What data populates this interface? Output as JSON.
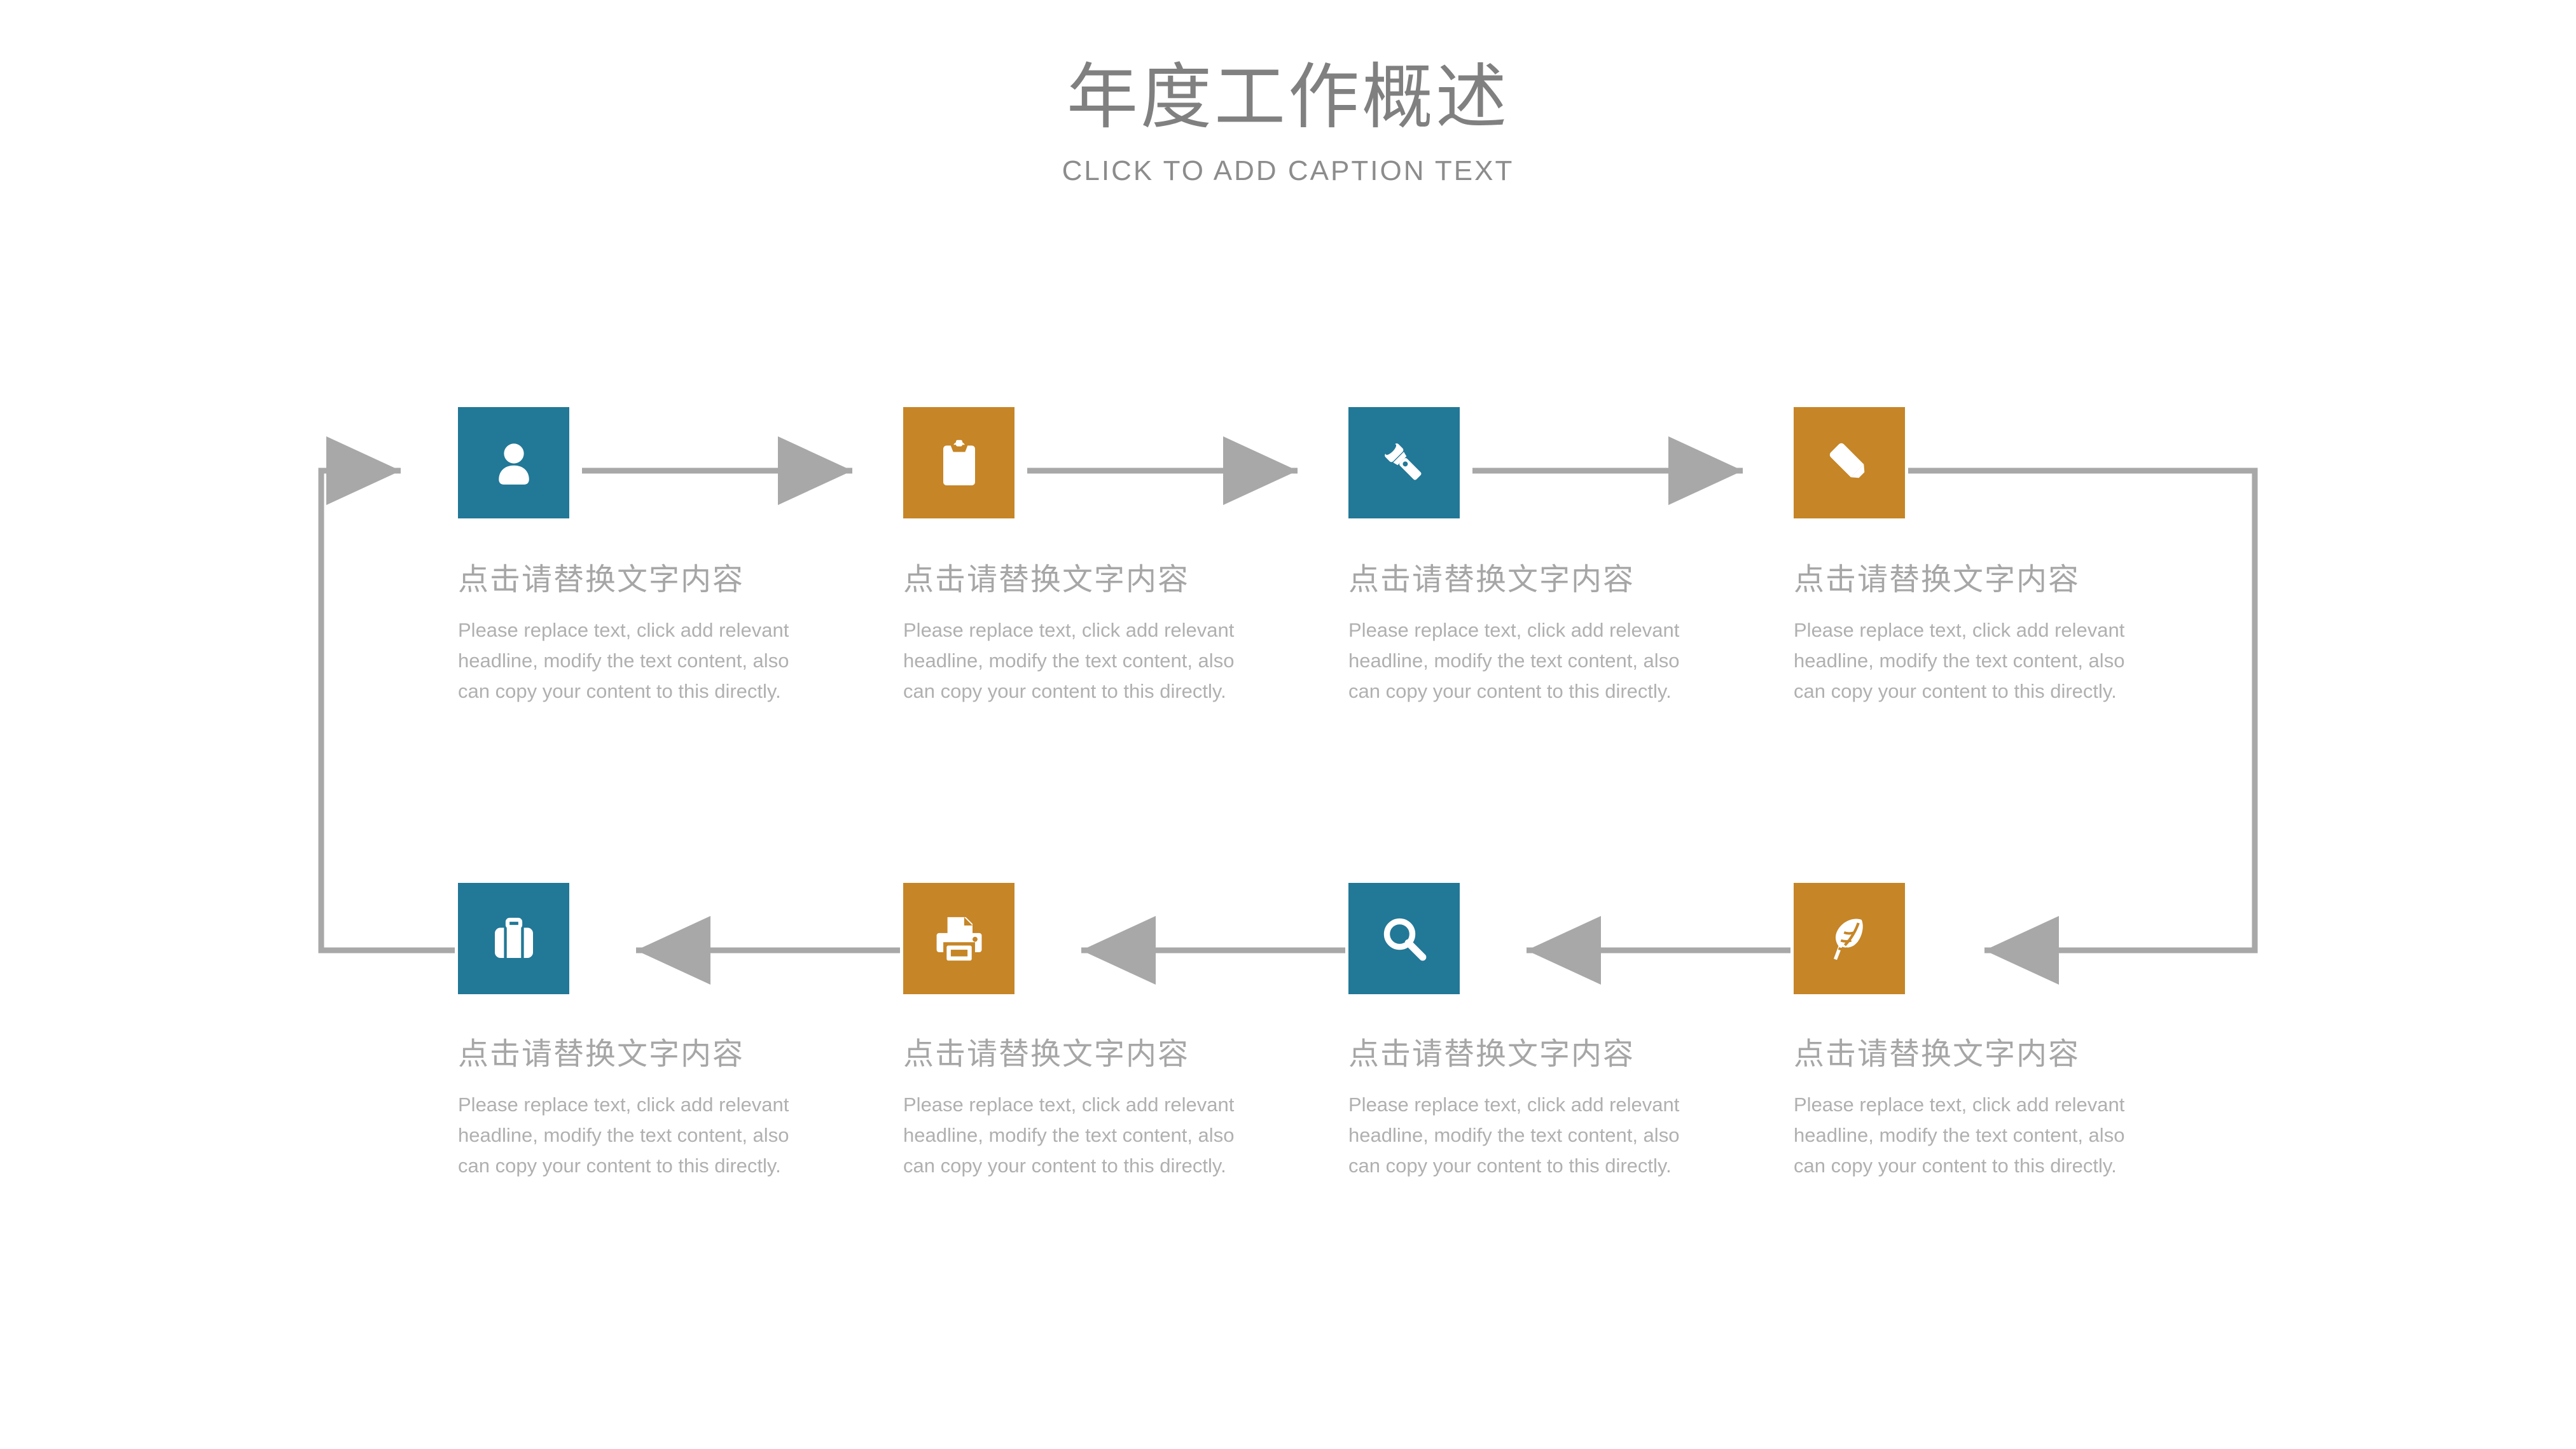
{
  "header": {
    "title": "年度工作概述",
    "subtitle": "CLICK TO ADD CAPTION TEXT"
  },
  "colors": {
    "blue": "#227897",
    "orange": "#c68526",
    "connector": "#a8a8a8",
    "title_gray": "#808080",
    "subtitle_gray": "#8c8c8c",
    "heading_gray": "#a6a6a6",
    "body_gray": "#b0b0b0",
    "tile_glyph": "#ffffff",
    "background": "#ffffff"
  },
  "flow": {
    "steps": [
      {
        "index": 1,
        "icon": "user-icon",
        "tile_color": "#227897",
        "title": "点击请替换文字内容",
        "body": "Please replace text, click add relevant headline, modify the text content, also can copy your content to this directly."
      },
      {
        "index": 2,
        "icon": "clipboard-icon",
        "tile_color": "#c68526",
        "title": "点击请替换文字内容",
        "body": "Please replace text, click add relevant headline, modify the text content, also can copy your content to this directly."
      },
      {
        "index": 3,
        "icon": "flashlight-icon",
        "tile_color": "#227897",
        "title": "点击请替换文字内容",
        "body": "Please replace text, click add relevant headline, modify the text content, also can copy your content to this directly."
      },
      {
        "index": 4,
        "icon": "pencil-icon",
        "tile_color": "#c68526",
        "title": "点击请替换文字内容",
        "body": "Please replace text, click add relevant headline, modify the text content, also can copy your content to this directly."
      },
      {
        "index": 5,
        "icon": "briefcase-icon",
        "tile_color": "#227897",
        "title": "点击请替换文字内容",
        "body": "Please replace text, click add relevant headline, modify the text content, also can copy your content to this directly."
      },
      {
        "index": 6,
        "icon": "printer-icon",
        "tile_color": "#c68526",
        "title": "点击请替换文字内容",
        "body": "Please replace text, click add relevant headline, modify the text content, also can copy your content to this directly."
      },
      {
        "index": 7,
        "icon": "search-icon",
        "tile_color": "#227897",
        "title": "点击请替换文字内容",
        "body": "Please replace text, click add relevant headline, modify the text content, also can copy your content to this directly."
      },
      {
        "index": 8,
        "icon": "feather-icon",
        "tile_color": "#c68526",
        "title": "点击请替换文字内容",
        "body": "Please replace text, click add relevant headline, modify the text content, also can copy your content to this directly."
      }
    ],
    "connector_direction_top": "left-to-right",
    "connector_direction_bottom": "right-to-left"
  }
}
